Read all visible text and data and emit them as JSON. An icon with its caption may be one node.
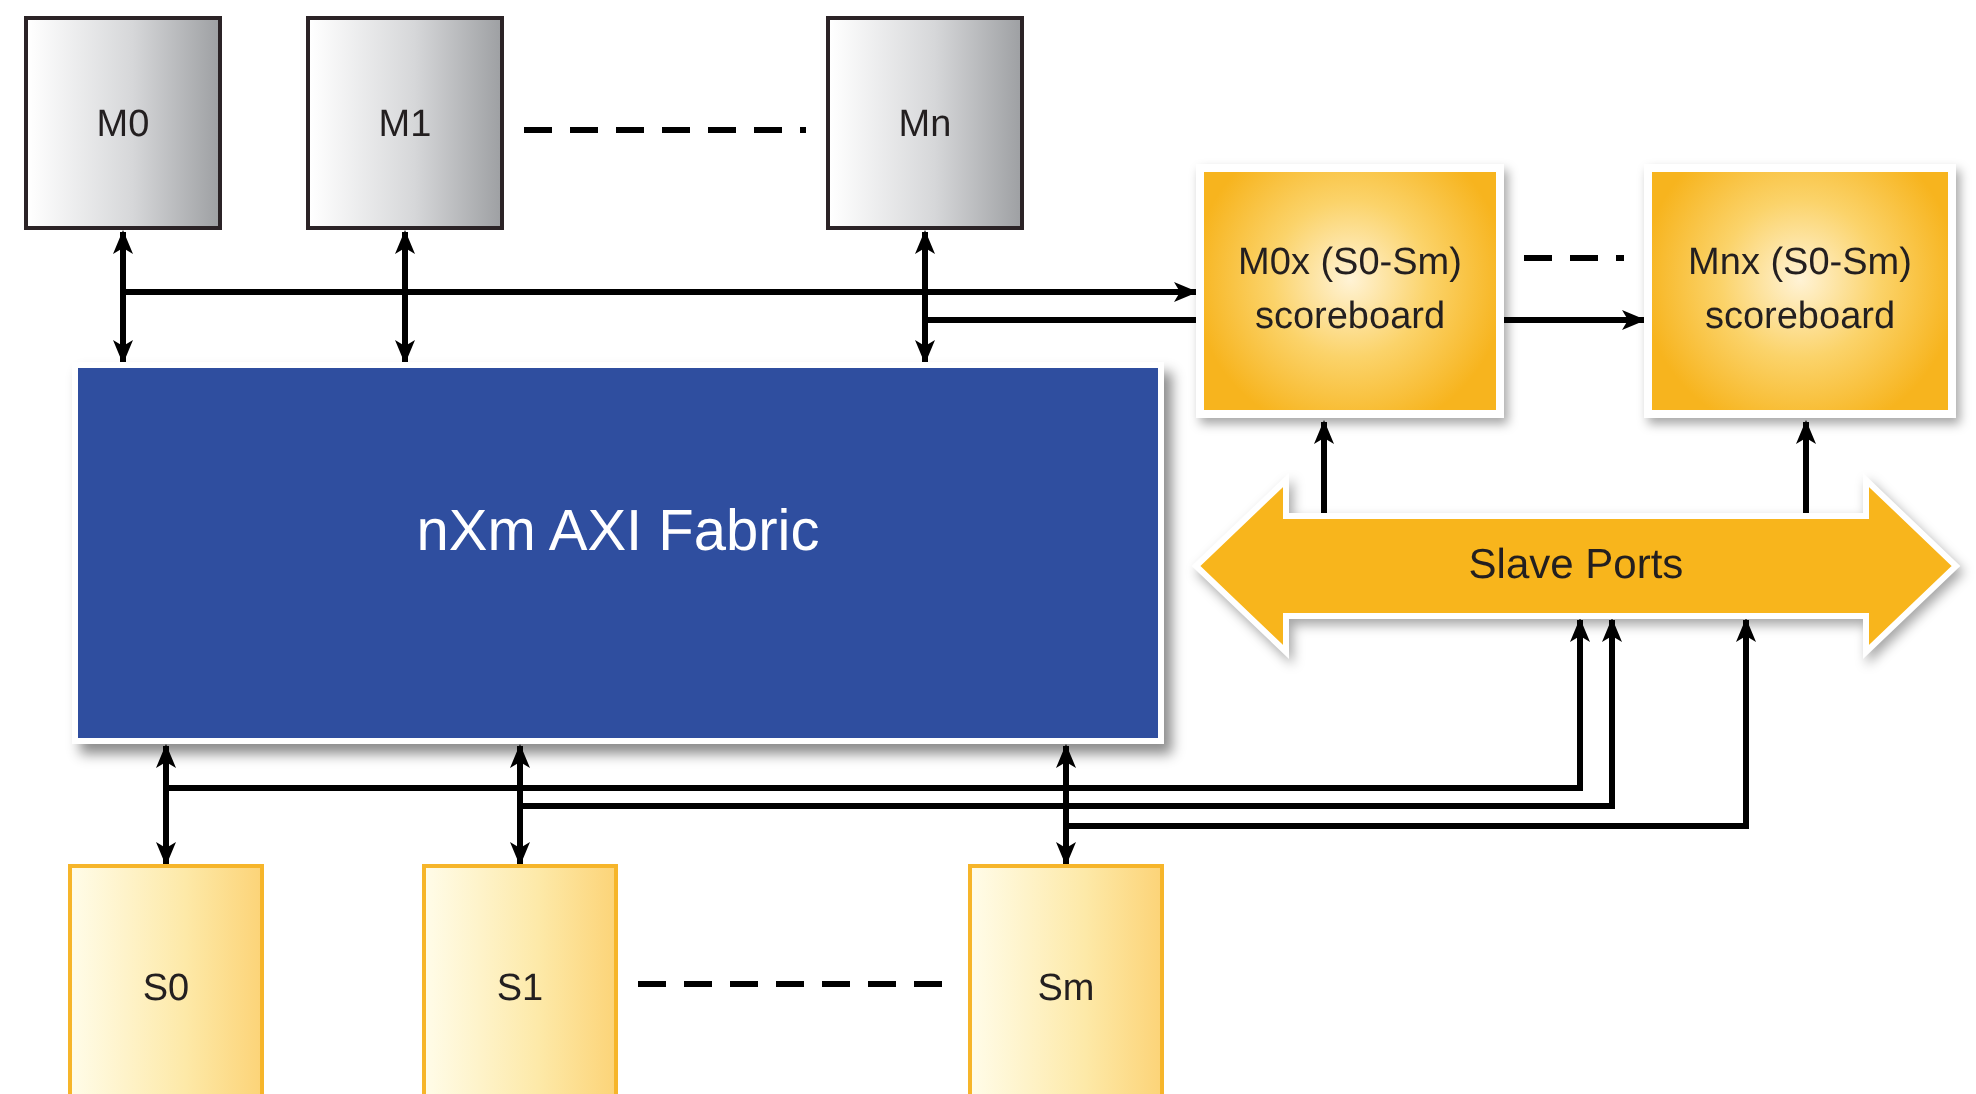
{
  "diagram": {
    "nodes": [
      {
        "text": [
          "M0"
        ]
      },
      {
        "text": [
          "M1"
        ]
      },
      {
        "text": [
          "Mn"
        ]
      },
      {
        "text": [
          "nXm AXI Fabric"
        ]
      },
      {
        "text": [
          "M0x (S0-Sm) scoreboard"
        ]
      },
      {
        "text": [
          "Mnx (S0-Sm) scoreboard"
        ]
      },
      {
        "text": [
          "Slave Ports"
        ]
      },
      {
        "text": [
          "S0"
        ]
      },
      {
        "text": [
          "S1"
        ]
      },
      {
        "text": [
          "Sm"
        ]
      }
    ],
    "edges": [
      {
        "from": 0,
        "to": 3,
        "arrow": "both"
      },
      {
        "from": 1,
        "to": 3,
        "arrow": "both"
      },
      {
        "from": 2,
        "to": 3,
        "arrow": "both"
      },
      {
        "from": 1,
        "to": 2,
        "arrow": "none",
        "style": "dashed"
      },
      {
        "from": 0,
        "to": 4,
        "arrow": "to"
      },
      {
        "from": 2,
        "to": 4,
        "arrow": "none"
      },
      {
        "from": 4,
        "to": 5,
        "arrow": "to"
      },
      {
        "from": 4,
        "to": 5,
        "arrow": "none",
        "style": "dashed"
      },
      {
        "from": 6,
        "to": 4,
        "arrow": "to"
      },
      {
        "from": 6,
        "to": 5,
        "arrow": "to"
      },
      {
        "from": 3,
        "to": 7,
        "arrow": "both"
      },
      {
        "from": 3,
        "to": 8,
        "arrow": "both"
      },
      {
        "from": 3,
        "to": 9,
        "arrow": "both"
      },
      {
        "from": 8,
        "to": 9,
        "arrow": "none",
        "style": "dashed"
      },
      {
        "from": 7,
        "to": 6,
        "arrow": "to"
      },
      {
        "from": 8,
        "to": 6,
        "arrow": "to"
      },
      {
        "from": 9,
        "to": 6,
        "arrow": "to"
      }
    ]
  }
}
